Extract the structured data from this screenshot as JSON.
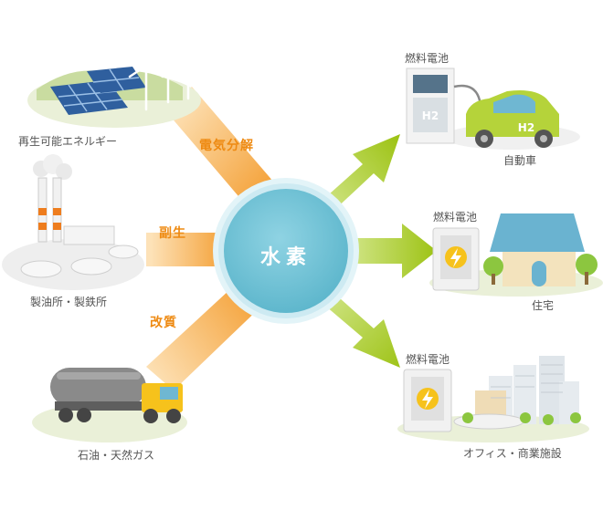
{
  "hub": {
    "label": "水素"
  },
  "sources": [
    {
      "label": "再生可能エネルギー",
      "process": "電気分解"
    },
    {
      "label": "製油所・製鉄所",
      "process": "副生"
    },
    {
      "label": "石油・天然ガス",
      "process": "改質"
    }
  ],
  "uses": [
    {
      "label": "自動車",
      "device": "燃料電池"
    },
    {
      "label": "住宅",
      "device": "燃料電池"
    },
    {
      "label": "オフィス・商業施設",
      "device": "燃料電池"
    }
  ],
  "car_marks": {
    "station": "H2",
    "car": "H2"
  },
  "colors": {
    "hub": "#6cbfd3",
    "hub_glow": "#d4eef4",
    "source_arrow": "#f5a33a",
    "use_arrow": "#a8c81e",
    "process_text": "#ee8a12"
  }
}
